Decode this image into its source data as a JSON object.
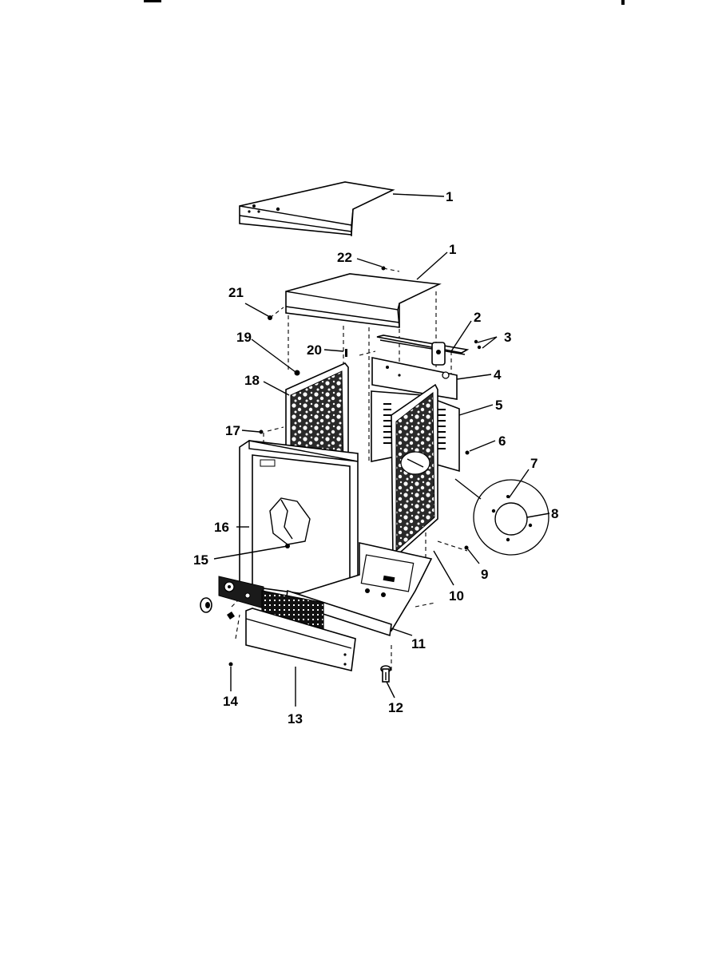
{
  "diagram": {
    "callouts": [
      {
        "id": "c1a",
        "text": "1"
      },
      {
        "id": "c1b",
        "text": "1"
      },
      {
        "id": "c2",
        "text": "2"
      },
      {
        "id": "c3",
        "text": "3"
      },
      {
        "id": "c4",
        "text": "4"
      },
      {
        "id": "c5",
        "text": "5"
      },
      {
        "id": "c6",
        "text": "6"
      },
      {
        "id": "c7",
        "text": "7"
      },
      {
        "id": "c8",
        "text": "8"
      },
      {
        "id": "c9",
        "text": "9"
      },
      {
        "id": "c10",
        "text": "10"
      },
      {
        "id": "c11",
        "text": "11"
      },
      {
        "id": "c12",
        "text": "12"
      },
      {
        "id": "c13",
        "text": "13"
      },
      {
        "id": "c14",
        "text": "14"
      },
      {
        "id": "c15",
        "text": "15"
      },
      {
        "id": "c16",
        "text": "16"
      },
      {
        "id": "c17",
        "text": "17"
      },
      {
        "id": "c18",
        "text": "18"
      },
      {
        "id": "c19",
        "text": "19"
      },
      {
        "id": "c20",
        "text": "20"
      },
      {
        "id": "c21",
        "text": "21"
      },
      {
        "id": "c22",
        "text": "22"
      }
    ]
  }
}
